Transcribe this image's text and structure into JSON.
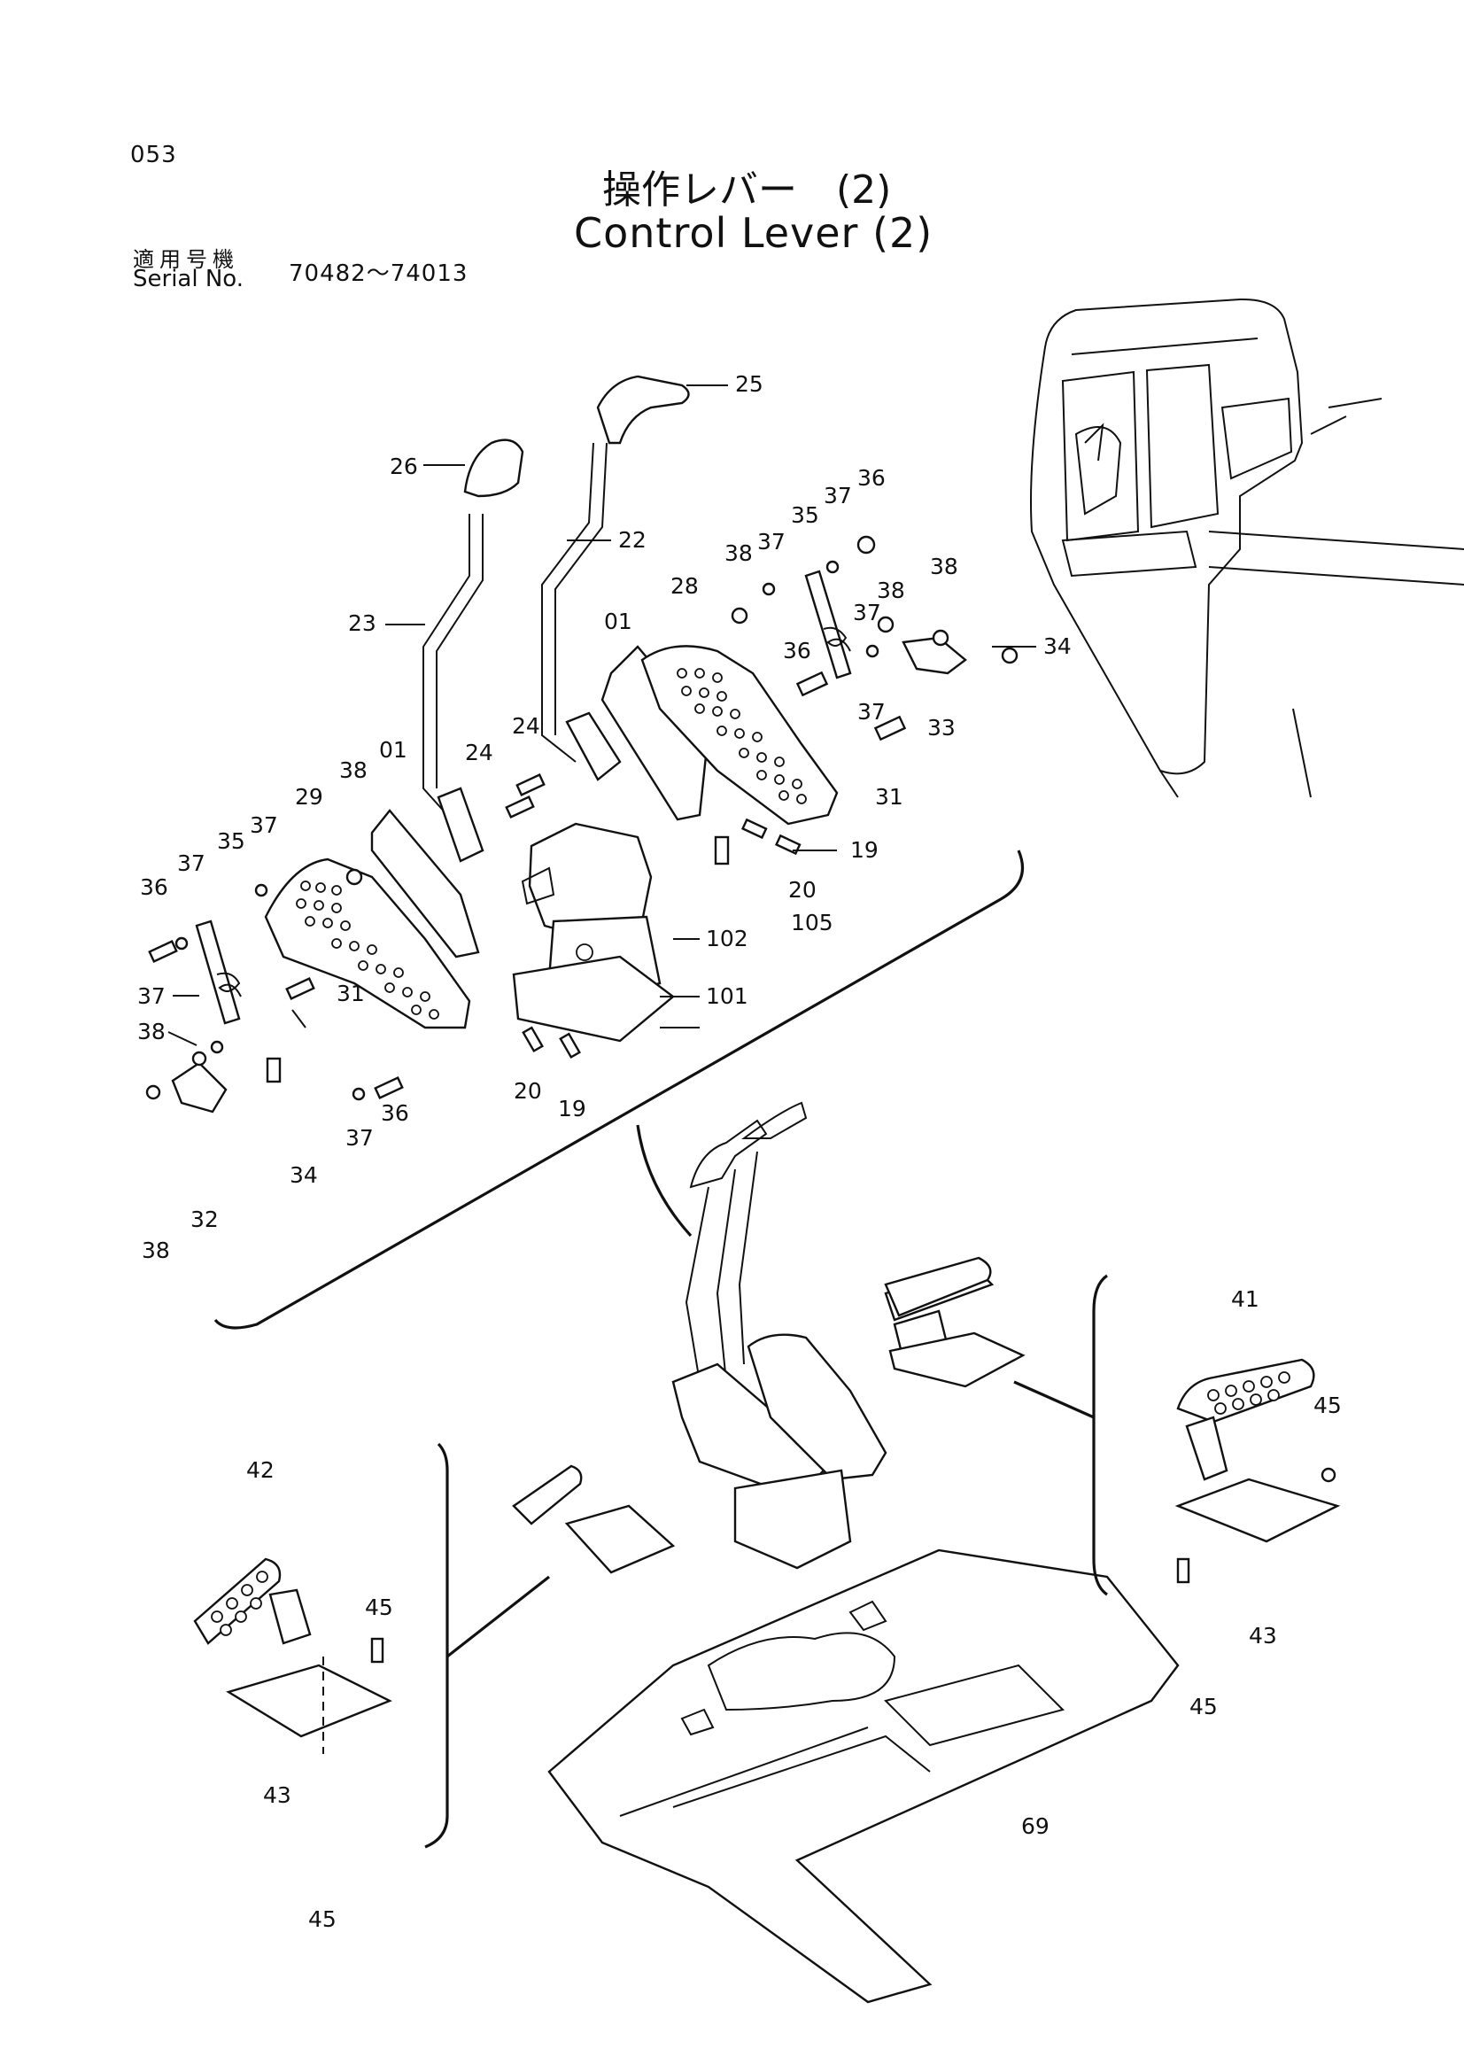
{
  "header": {
    "page_number": "053",
    "title_jp": "操作レバー　(2)",
    "title_en": "Control Lever (2)",
    "serial_label_jp": "適用号機",
    "serial_label_en": "Serial No.",
    "serial_range": "70482～74013"
  },
  "callouts": [
    "25",
    "26",
    "22",
    "23",
    "36",
    "37",
    "35",
    "38",
    "37",
    "28",
    "01",
    "38",
    "37",
    "38",
    "34",
    "36",
    "37",
    "33",
    "31",
    "24",
    "24",
    "01",
    "38",
    "29",
    "37",
    "35",
    "37",
    "36",
    "19",
    "20",
    "105",
    "102",
    "101",
    "31",
    "37",
    "38",
    "36",
    "37",
    "34",
    "32",
    "38",
    "20",
    "19",
    "41",
    "45",
    "43",
    "45",
    "42",
    "45",
    "43",
    "45",
    "69"
  ]
}
